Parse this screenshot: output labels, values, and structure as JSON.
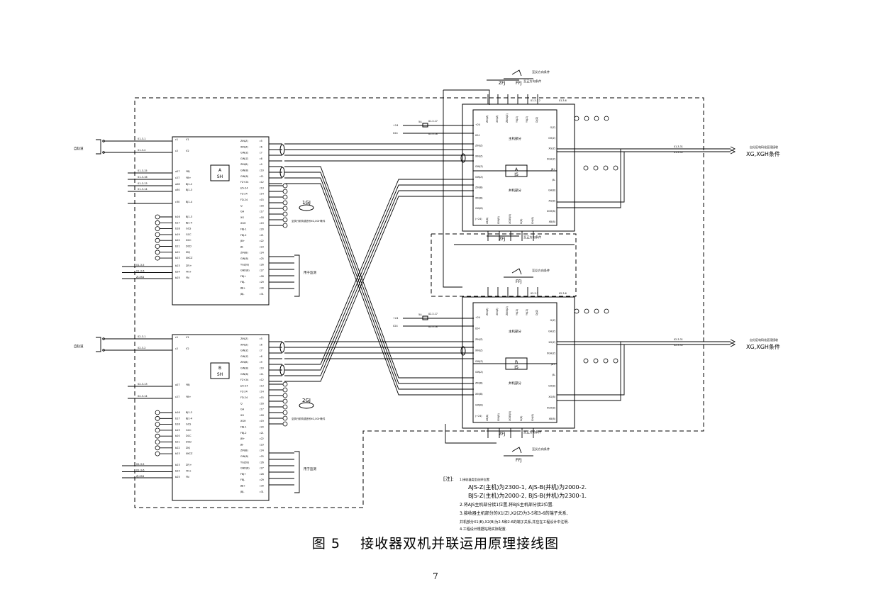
{
  "figure": {
    "number": "图 5",
    "title": "接收器双机并联运用原理接线图"
  },
  "page_number": "7",
  "left_units": [
    {
      "unit_label": [
        "A",
        "SH"
      ],
      "track_label": "自轨道",
      "top_inputs": [
        "01-3-1",
        "01-3-2"
      ],
      "side_inputs": [
        "01-3-15",
        "01-3-16",
        "01-3-13",
        "01-3-14"
      ],
      "bottom_inputs": [
        "01-3-5",
        "01-3-6",
        "ZJ-XS4"
      ],
      "relay_label": "1GJ"
    },
    {
      "unit_label": [
        "B",
        "SH"
      ],
      "track_label": "自轨道",
      "top_inputs": [
        "02-3-1",
        "02-3-2"
      ],
      "side_inputs": [
        "02-3-13",
        "02-3-14"
      ],
      "bottom_inputs": [
        "02-3-5",
        "02-3-6",
        "ZJ-XS4"
      ],
      "relay_label": "2GJ"
    }
  ],
  "left_pins": [
    "c1",
    "c2",
    "a27",
    "c27",
    "a28",
    "a30",
    "c30",
    "b16",
    "b17",
    "b18",
    "b19",
    "b20",
    "b21",
    "b22",
    "b23",
    "b24",
    "b25"
  ],
  "left_pin_names": [
    "V1",
    "V2",
    "YBJ",
    "YB+",
    "BJ1-2",
    "BJ1-3",
    "BJ1-4",
    "GCS",
    "GCC",
    "DCC",
    "DCD",
    "ZKJ",
    "XKCZ",
    "XKCZ",
    "XKCB",
    "ZFJ+",
    "FFJ+",
    "FN"
  ],
  "right_pin_names": [
    "ZIN(Z)",
    "XIN(Z)",
    "GIN(Z)",
    "GIN(Z)",
    "ZIN(B)",
    "GIN(B)",
    "GIN(B)",
    "FZ+24",
    "JZ+24",
    "FZ-24",
    "FD-24",
    "Q",
    "GH",
    "XG",
    "XGH",
    "FBJ-1",
    "FBJ-2",
    "JB+",
    "JB-",
    "ZIN(B)",
    "GIN(B)",
    "YGZ(B)",
    "GND(B)",
    "FBJ+",
    "FBJ-",
    "JBJ+",
    "JBJ-"
  ],
  "monitor_label": "用于监测",
  "relay_note": "至执行机构或信号XG,XGH条件",
  "right_units": [
    {
      "unit_label": [
        "A",
        "JS"
      ],
      "main_label": "主机部分",
      "parallel_label": "并机部分",
      "top_pins": [
        "ZIN(Z)",
        "XIN(Z)",
        "ZBIN(Z)",
        "YK(Z)",
        "YK(Z)",
        "DJ(Z)"
      ],
      "top_refs": [
        "01-3-1 2",
        "01-3-5",
        "01-3-6"
      ],
      "left_terms": [
        "+24",
        "024",
        "ZIN(Z)",
        "XIN(Z)",
        "GIN(Z)",
        "GIN(Z)",
        "ZIN(B)",
        "XIN(B)",
        "GIN(B)",
        "(+24)"
      ],
      "right_terms": [
        "G(Z)",
        "GH(Z)",
        "XG(Z)",
        "XGH(Z)",
        "JB+",
        "JB-",
        "GH(B)",
        "XG(B)",
        "XGH(B)",
        "XB(B)"
      ],
      "bottom_pins": [
        "XB(B)",
        "GIN(B)",
        "XGBS(B)",
        "G(B)",
        "GH(B)"
      ],
      "input_refs": [
        "+24",
        "024",
        "01-3-17",
        "01-3-18",
        "5A"
      ],
      "output_refs": [
        "01-3-31",
        "01-3-32"
      ],
      "output_label": "自分区电码化区段接收",
      "output_label2": "XG,XGH条件"
    },
    {
      "unit_label": [
        "B",
        "JS"
      ],
      "main_label": "主机部分",
      "parallel_label": "并机部分",
      "top_pins": [
        "ZIN(Z)",
        "XIN(Z)",
        "ZBIN(Z)",
        "YK(Z)",
        "YK(Z)",
        "DJ(Z)"
      ],
      "top_refs": [
        "02-3-7",
        "02-3-5",
        "02-3-6"
      ],
      "left_terms": [
        "+24",
        "024",
        "ZIN(Z)",
        "XIN(Z)",
        "GIN(Z)",
        "GIN(Z)",
        "ZIN(B)",
        "XIN(B)",
        "GIN(B)",
        "(+24)"
      ],
      "right_terms": [
        "G(Z)",
        "GH(Z)",
        "XG(Z)",
        "XGH(Z)",
        "JB+",
        "JB-",
        "GH(B)",
        "XG(B)",
        "XGH(B)",
        "XB(B)"
      ],
      "bottom_pins": [
        "XB(B)",
        "GIN(B)",
        "XGBS(B)",
        "G(B)",
        "GH(B)"
      ],
      "input_refs": [
        "+24",
        "024",
        "02-3-17",
        "02-3-18",
        "5A"
      ],
      "output_refs": [
        "02-3-31",
        "02-3-32"
      ],
      "output_label": "自分区电码化区段接收",
      "output_label2": "XG,XGH条件"
    }
  ],
  "switch_labels": {
    "zfj": "ZFJ",
    "ffj": "FFJ",
    "fwd": "至正方向条件",
    "rev": "至反方向条件"
  },
  "notes": {
    "lead": "[注]:",
    "lines": [
      "1.接收器类型选择位置:",
      "AJS-Z(主机)为2300-1, AJS-B(并机)为2000-2.",
      "BJS-Z(主机)为2000-2, BJS-B(并机)为2300-1.",
      "2.将AJS主机部分接1位置,将BJS主机部分接2位置.",
      "3.接收器主机部分的X1(Z),X2(Z)为3-5和3-6的端子关系,",
      "并机部分X1(B),X2(B)为2-5和2-6的端子关系,并应在工程设计中注明.",
      "4.工程设计根据站场实际配置."
    ]
  }
}
